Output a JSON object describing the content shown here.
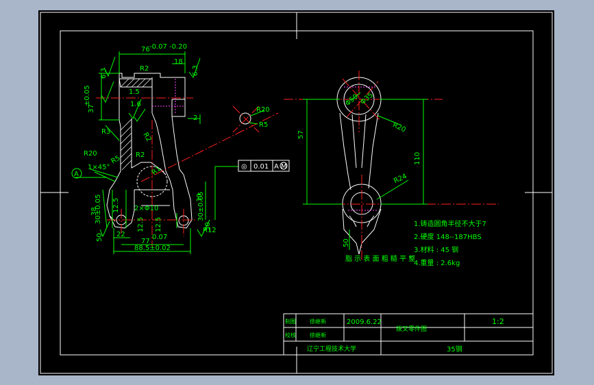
{
  "drawing": {
    "dims_left": {
      "width_top": "76",
      "width_top_tol": "-0.07 -0.20",
      "r2_top": "R2",
      "d18": "18",
      "d6_3_left": "6.3",
      "d6_3_right": "6.3",
      "d1_5": "1.5",
      "d1_6": "1.6",
      "d37": "37",
      "d37_tol": "±0.05",
      "d2": "2",
      "r3": "R3",
      "r2_mid": "R2",
      "r20": "R20",
      "r5_lower": "R5",
      "r2_lower": "R2",
      "r1": "R1",
      "d1x45": "1×45°",
      "d38": "38",
      "d30_tol": "30±0.05",
      "d12_5_a": "12.5",
      "d12_5_b": "12.5",
      "d12_5_c": "12.5",
      "hole": "2×Φ10",
      "d30_right": "30",
      "d30_tol_right": "30±0.05",
      "d50_left": "50",
      "d50_right": "50",
      "r12": "R12",
      "d22": "22",
      "d77": "77",
      "d77_tol": "0.07",
      "d88": "88.5±0.02",
      "datum": "A"
    },
    "gtol": {
      "symbol": "◎",
      "value": "0.01",
      "ref": "A",
      "mod": "M"
    },
    "detail": {
      "r20": "R20",
      "r5": "R5"
    },
    "dims_right": {
      "d57": "57",
      "d110": "110",
      "r20": "R20",
      "r24": "R24",
      "phi_a": "Φ50",
      "phi_b": "Φ35",
      "d50": "50",
      "caption": "脂 示 表 面 粗 糙 平 整"
    },
    "notes": {
      "n1": "1.铸造圆角半径不大于7",
      "n2": "2.硬度 148--187HBS",
      "n3": "3.材料 : 45 钢",
      "n4": "4.重量 : 2.6kg"
    }
  },
  "title_block": {
    "drawn_label": "制图",
    "checked_label": "校核",
    "drawn_name": "徐继新",
    "checked_name": "徐继新",
    "date": "2009.6.22",
    "part_name": "拨叉零件图",
    "scale": "1:2",
    "school": "辽宁工程技术大学",
    "material": "35钢"
  },
  "colors": {
    "background": "#000000",
    "frame": "#ffffff",
    "dimension": "#00ff00",
    "centerline": "#ff2020",
    "hidden": "#ff44ff",
    "outer": "#a9b5c9"
  }
}
